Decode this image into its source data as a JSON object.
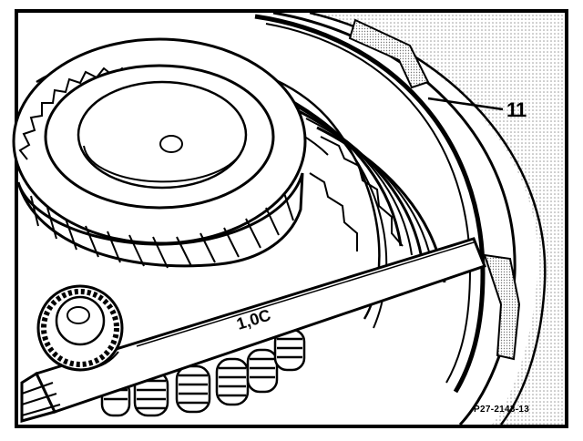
{
  "figure": {
    "callout_label": "11",
    "gauge_text": "1,0C",
    "reference_code": "P27-2143-13"
  },
  "colors": {
    "ink": "#000000",
    "paper": "#ffffff",
    "halftone": "#bdbdbd"
  }
}
